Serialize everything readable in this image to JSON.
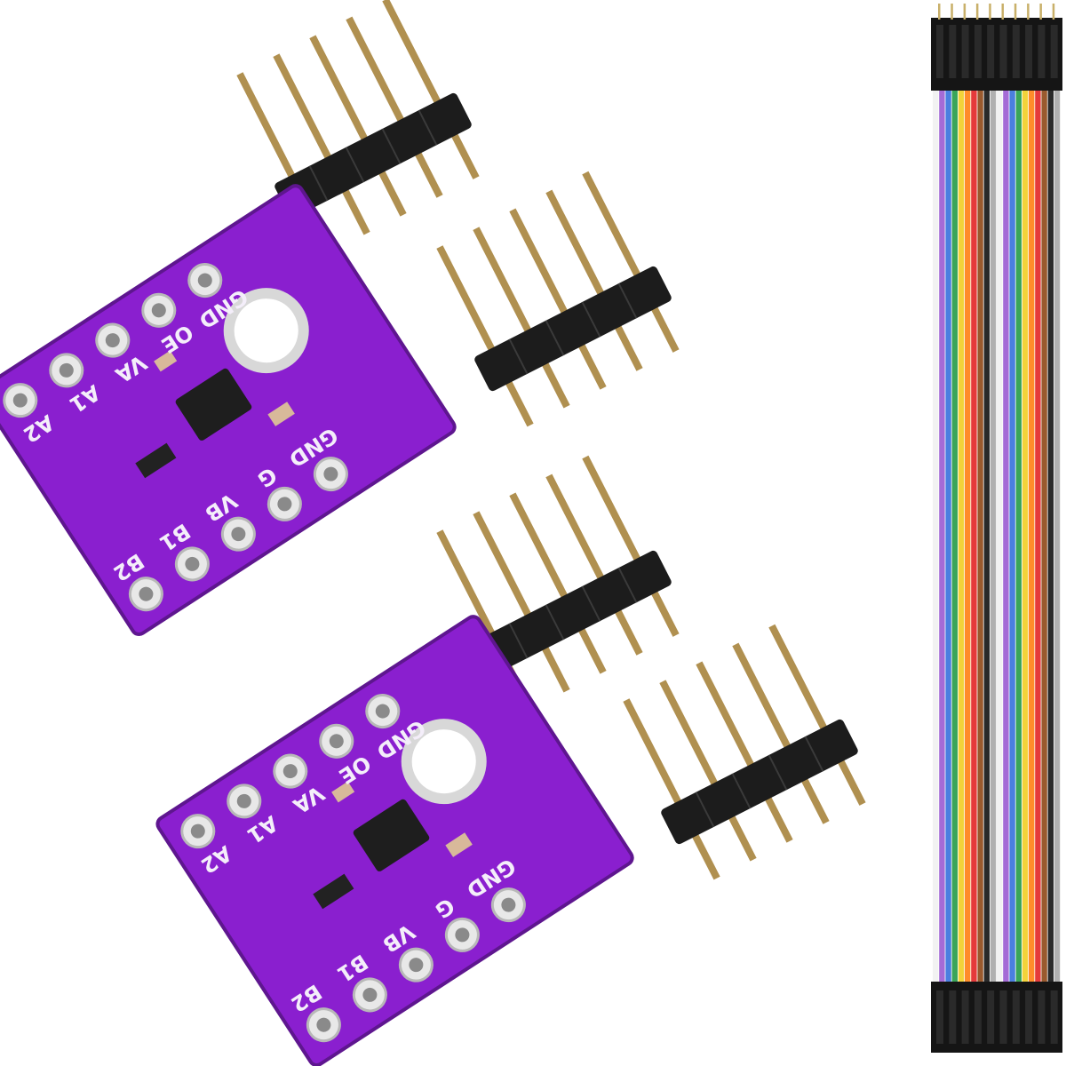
{
  "colors": {
    "background": "#ffffff",
    "pcb": "#8a1fcf",
    "pcb_edge": "#5e168f",
    "header_body": "#1c1c1c",
    "pin": "#b09050",
    "silkscreen": "#f4eefa"
  },
  "boards": [
    {
      "pins_left": [
        "A2",
        "A1",
        "VA",
        "OE",
        "GND"
      ],
      "pins_right": [
        "B2",
        "B1",
        "VB",
        "G",
        "GND"
      ]
    },
    {
      "pins_left": [
        "A2",
        "A1",
        "VA",
        "OE",
        "GND"
      ],
      "pins_right": [
        "B2",
        "B1",
        "VB",
        "G",
        "GND"
      ]
    }
  ],
  "header_strips": [
    {
      "pin_count": 5
    },
    {
      "pin_count": 5
    },
    {
      "pin_count": 5
    },
    {
      "pin_count": 5
    }
  ],
  "jumper_cable": {
    "wire_count": 20,
    "wire_colors": [
      "#f2f2f2",
      "#a46bd6",
      "#4a7fe0",
      "#3aa55a",
      "#f2d33a",
      "#ff8c2a",
      "#e53a3a",
      "#9a5a2e",
      "#2a2a2a",
      "#b0b0b0",
      "#f2f2f2",
      "#a46bd6",
      "#4a7fe0",
      "#3aa55a",
      "#f2d33a",
      "#ff8c2a",
      "#e53a3a",
      "#9a5a2e",
      "#2a2a2a",
      "#b0b0b0"
    ]
  }
}
